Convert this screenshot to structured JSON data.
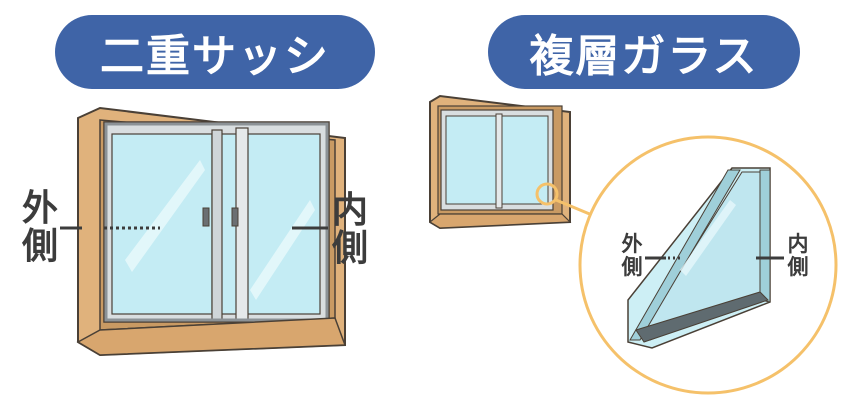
{
  "left_panel": {
    "title": "二重サッシ",
    "outer_label": "外側",
    "inner_label": "内側"
  },
  "right_panel": {
    "title": "複層ガラス",
    "outer_label": "外側",
    "inner_label": "内側"
  },
  "colors": {
    "pill_blue": "#3f64a7",
    "wood_frame": "#d4a36c",
    "glass": "#bfe6ef",
    "sash_gray": "#b9c1c5",
    "magnifier_orange": "#f5c16a"
  }
}
